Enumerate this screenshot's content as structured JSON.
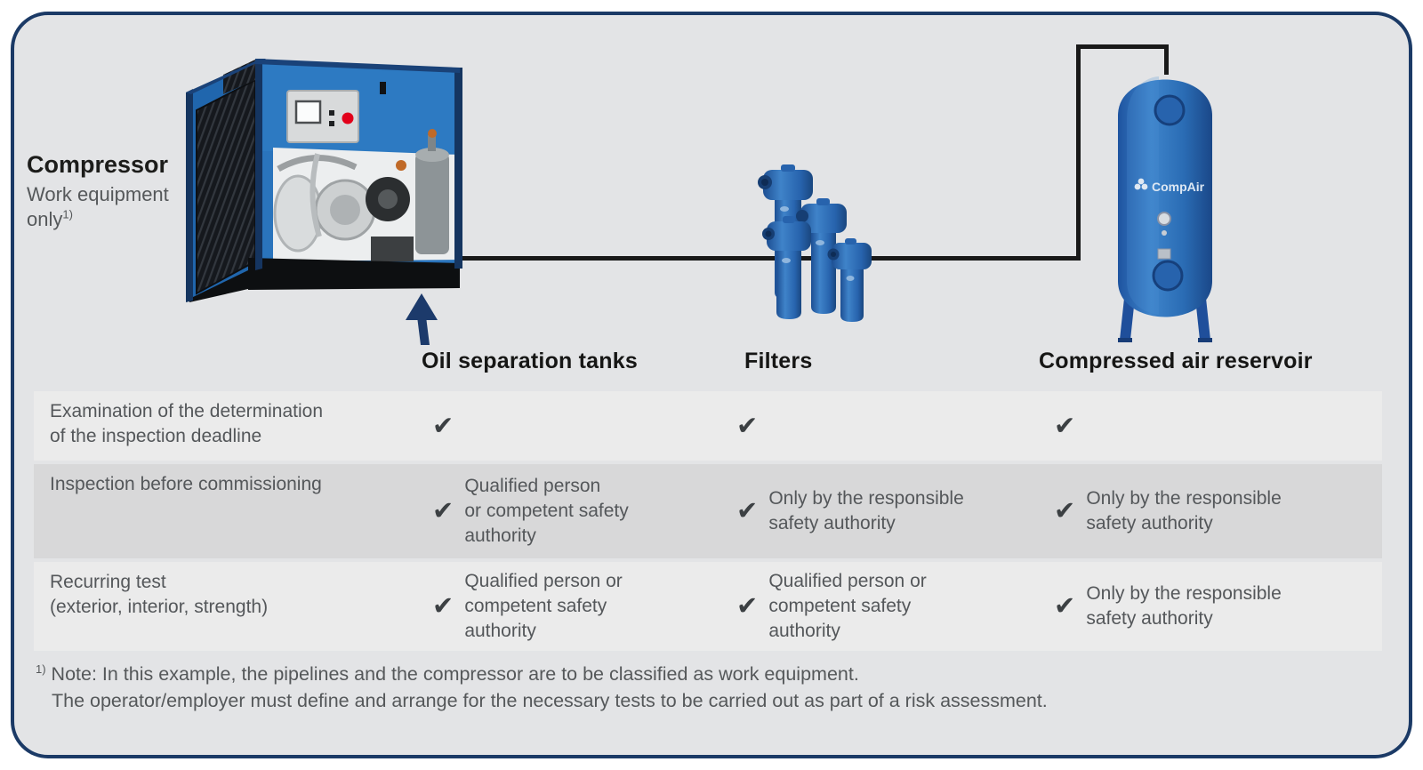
{
  "labels": {
    "compressor_title": "Compressor",
    "compressor_sub1": "Work equipment",
    "compressor_sub2": "only",
    "footnote_mark": "1)",
    "oil_tanks": "Oil separation tanks",
    "filters": "Filters",
    "reservoir": "Compressed air reservoir",
    "reservoir_brand": "CompAir"
  },
  "icons": {
    "check": "✔",
    "oil_tank_pointer": "up-arrow"
  },
  "table": {
    "rows": [
      {
        "label": "Examination of the determination\nof the inspection deadline",
        "cells": [
          {
            "check": "✔",
            "text": ""
          },
          {
            "check": "✔",
            "text": ""
          },
          {
            "check": "✔",
            "text": ""
          }
        ]
      },
      {
        "label": "Inspection before commissioning",
        "cells": [
          {
            "check": "✔",
            "text": "Qualified person\nor competent safety\nauthority"
          },
          {
            "check": "✔",
            "text": "Only by the responsible\nsafety authority"
          },
          {
            "check": "✔",
            "text": "Only by the responsible\nsafety authority"
          }
        ]
      },
      {
        "label": "Recurring test\n(exterior, interior, strength)",
        "cells": [
          {
            "check": "✔",
            "text": "Qualified person or\ncompetent safety\nauthority"
          },
          {
            "check": "✔",
            "text": "Qualified person or\ncompetent safety\nauthority"
          },
          {
            "check": "✔",
            "text": "Only by the responsible\nsafety authority"
          }
        ]
      }
    ]
  },
  "note": {
    "mark": "1)",
    "line1": "Note: In this example, the pipelines and the compressor are to be classified as work equipment.",
    "line2": "The operator/employer must define and arrange for the necessary tests to be carried out as part of a risk assessment."
  },
  "colors": {
    "panel_border_navy": "#1b3a66",
    "panel_background": "#e3e4e6",
    "row_light": "#ebebeb",
    "row_dark": "#d8d8d9",
    "pipe_black": "#191919",
    "machine_blue": "#2a74bc",
    "check_gray": "#3c4043",
    "heading_text": "#161615",
    "body_text": "#54575a"
  }
}
